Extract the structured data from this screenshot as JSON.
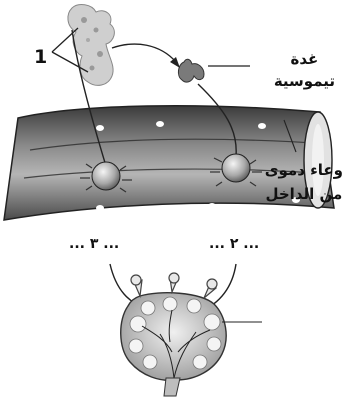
{
  "labels": {
    "marker_1": "1",
    "thymus_line1": "غدة",
    "thymus_line2": "تيموسية",
    "vessel_line1": "وعاء دموى",
    "vessel_line2": "من الداخل",
    "blank_2": "... ٢ ...",
    "blank_3": "... ٣ ..."
  },
  "colors": {
    "ink": "#222222",
    "vessel_fill": "#6f6f6f",
    "vessel_light": "#c9c9c9",
    "node_fill": "#d8d8d8"
  }
}
